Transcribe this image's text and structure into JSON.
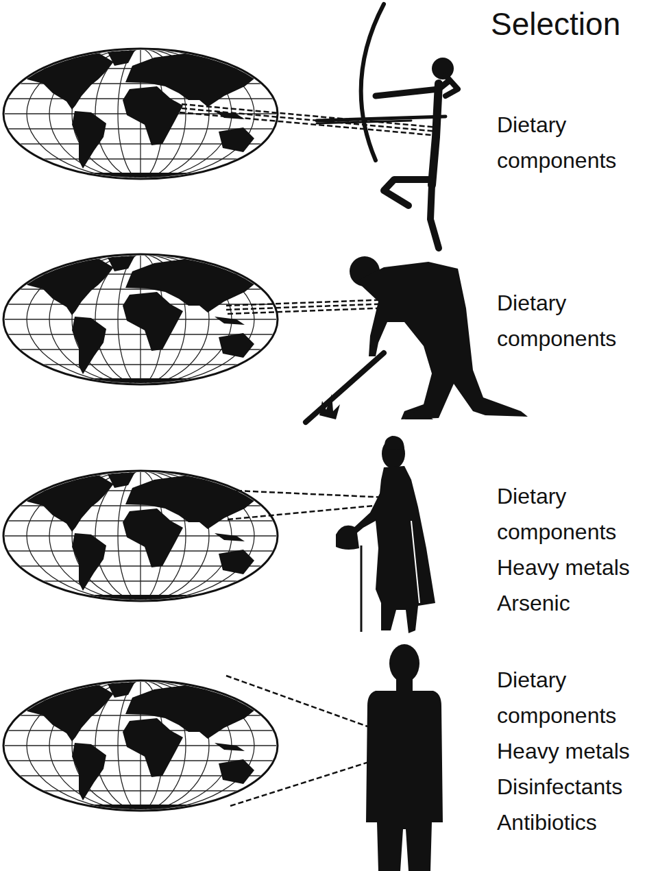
{
  "diagram": {
    "title": "Selection",
    "labels": [
      "Dietary components",
      "Dietary components",
      "Dietary components",
      "Heavy metals",
      "Arsenic",
      "Dietary components",
      "Heavy metals",
      "Disinfectants",
      "Antibiotics"
    ]
  }
}
